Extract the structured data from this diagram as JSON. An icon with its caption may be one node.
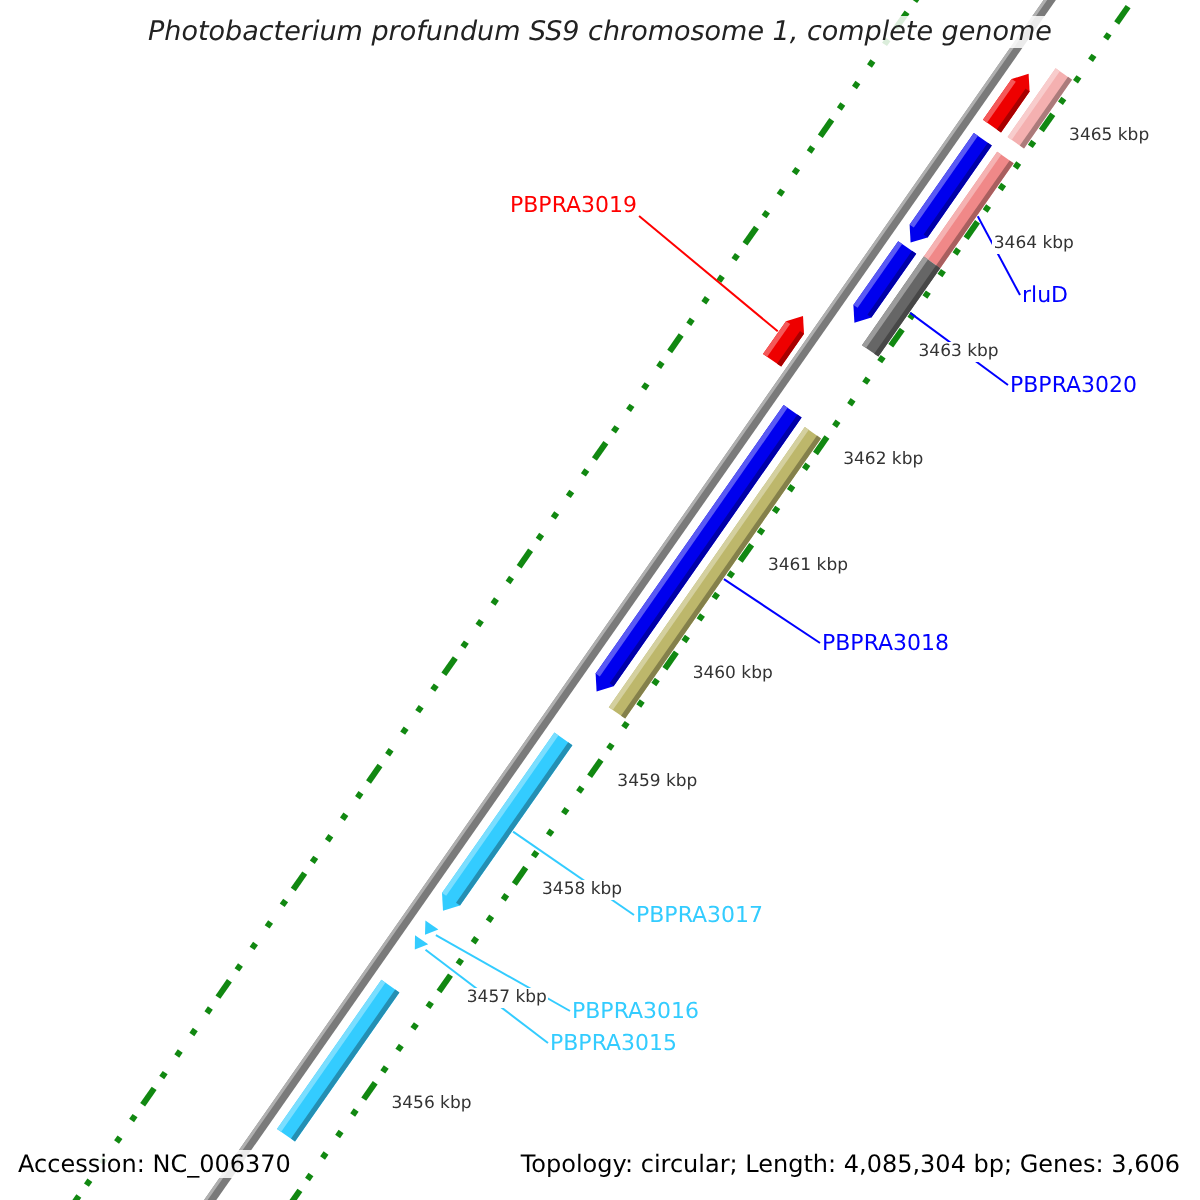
{
  "diagram": {
    "title": "Photobacterium profundum SS9 chromosome 1, complete genome",
    "nodes": [
      {
        "text": [
          "PBPRA3019"
        ]
      },
      {
        "text": [],
        "shape": "bar"
      },
      {
        "text": [
          "rluD"
        ]
      },
      {
        "text": [],
        "shape": "bar"
      },
      {
        "text": [
          "PBPRA3020"
        ]
      },
      {
        "text": [],
        "shape": "bar"
      },
      {
        "text": [
          "PBPRA3018"
        ]
      },
      {
        "text": [],
        "shape": "bar"
      },
      {
        "text": [
          "PBPRA3017"
        ]
      },
      {
        "text": [],
        "shape": "bar"
      },
      {
        "text": [
          "PBPRA3016"
        ]
      },
      {
        "text": [],
        "shape": "triangle"
      },
      {
        "text": [
          "PBPRA3015"
        ]
      },
      {
        "text": [],
        "shape": "triangle"
      },
      {
        "text": [],
        "shape": "bar"
      },
      {
        "text": [],
        "shape": "bar"
      },
      {
        "text": [],
        "shape": "bar"
      },
      {
        "text": [],
        "shape": "bar"
      },
      {
        "text": [],
        "shape": "bar"
      },
      {
        "text": [],
        "shape": "bar"
      }
    ],
    "edges": [
      {
        "from": 0,
        "to": 1,
        "arrow": "none",
        "color": "#ff0000"
      },
      {
        "from": 2,
        "to": 3,
        "arrow": "none",
        "color": "#0000ff"
      },
      {
        "from": 4,
        "to": 5,
        "arrow": "none",
        "color": "#0000ff"
      },
      {
        "from": 6,
        "to": 7,
        "arrow": "none",
        "color": "#0000ff"
      },
      {
        "from": 8,
        "to": 9,
        "arrow": "none",
        "color": "#33ccff"
      },
      {
        "from": 10,
        "to": 11,
        "arrow": "none",
        "color": "#33ccff"
      },
      {
        "from": 12,
        "to": 13,
        "arrow": "none",
        "color": "#33ccff"
      }
    ],
    "labels": [
      "3465 kbp",
      "3464 kbp",
      "3463 kbp",
      "3462 kbp",
      "3461 kbp",
      "3460 kbp",
      "3459 kbp",
      "3458 kbp",
      "3457 kbp",
      "3456 kbp",
      "Accession: NC_006370",
      "Topology: circular; Length: 4,085,304 bp; Genes: 3,606"
    ]
  }
}
